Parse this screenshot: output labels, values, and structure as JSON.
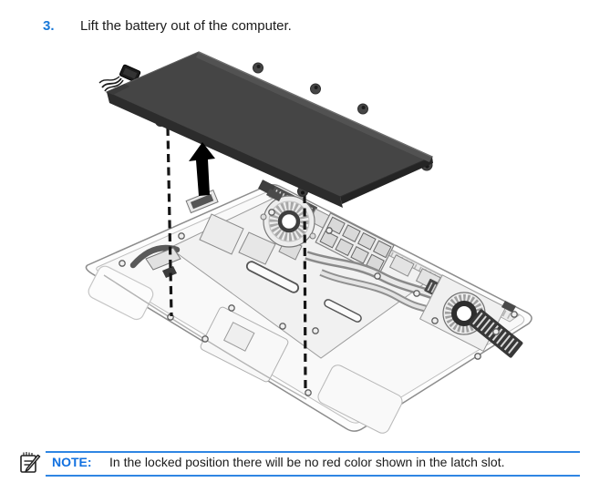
{
  "page": {
    "background": "#ffffff"
  },
  "colors": {
    "accent_blue": "#1878d8",
    "rule_blue": "#2f86e3",
    "battery_gray": "#454545",
    "line_art_gray": "#8c8c8c",
    "arrow_black": "#000000"
  },
  "step": {
    "number": "3.",
    "text": "Lift the battery out of the computer."
  },
  "figure": {
    "alt": "Battery lifted up and out of the open computer chassis, with two dashed alignment lines and an upward arrow"
  },
  "note": {
    "icon": "memo-icon",
    "label": "NOTE:",
    "text": "In the locked position there will be no red color shown in the latch slot."
  }
}
